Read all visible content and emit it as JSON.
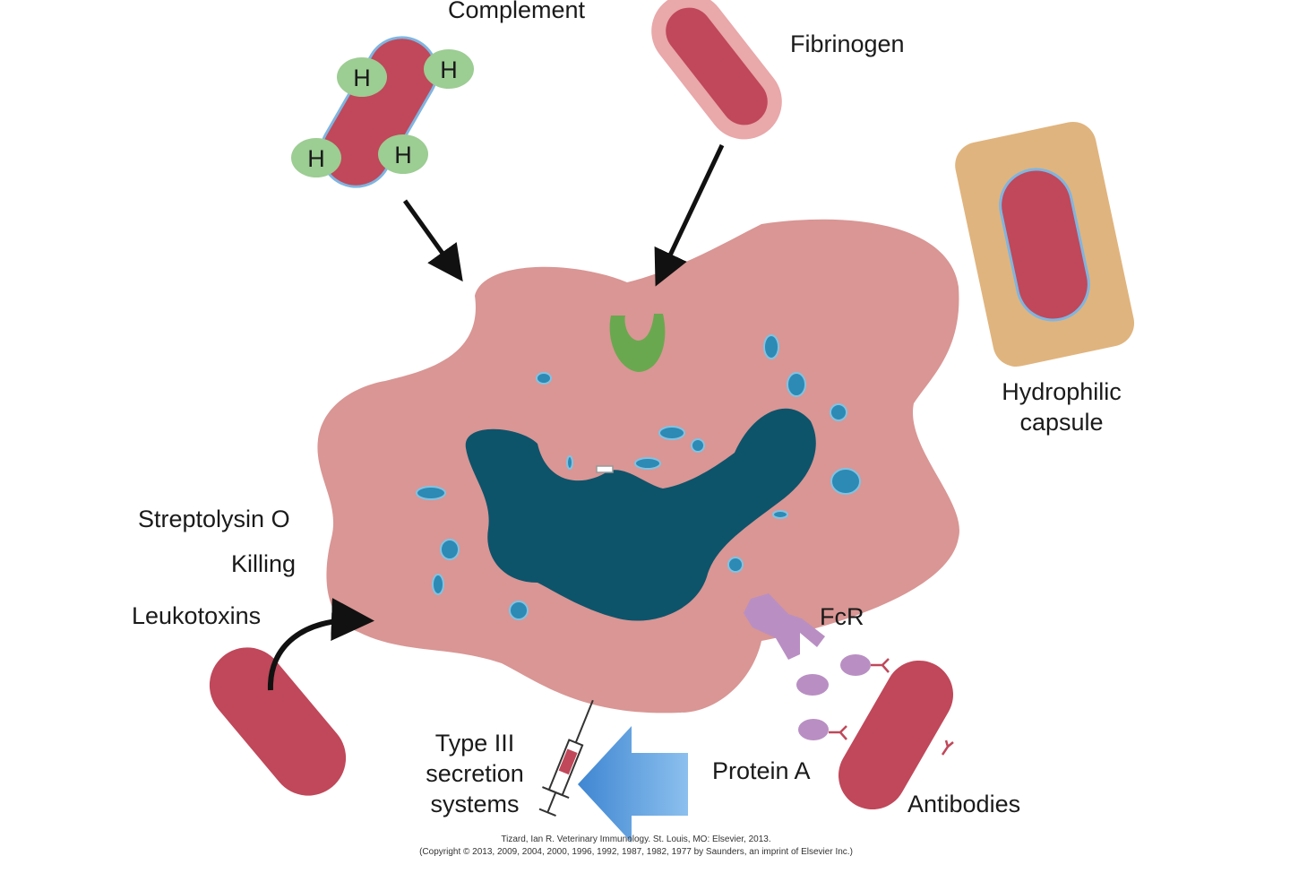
{
  "labels": {
    "complement": "Complement",
    "fibrinogen": "Fibrinogen",
    "hydrophilic_capsule": [
      "Hydrophilic",
      "capsule"
    ],
    "streptolysin": "Streptolysin O",
    "killing": "Killing",
    "leukotoxins": "Leukotoxins",
    "fcr": "FcR",
    "type3": [
      "Type III",
      "secretion",
      "systems"
    ],
    "protein_a": "Protein A",
    "antibodies": "Antibodies",
    "h_letter": "H"
  },
  "credit": {
    "line1": "Tizard, Ian R. Veterinary Immunology. St. Louis, MO: Elsevier, 2013.",
    "line2": "(Copyright © 2013, 2009, 2004, 2000, 1996, 1992, 1987, 1982, 1977 by Saunders, an imprint of Elsevier Inc.)"
  },
  "colors": {
    "cell": "#d99694",
    "nucleus": "#0d546b",
    "granule": "#2c8ab4",
    "bacterium": "#c0485a",
    "bacterium_halo": "#e9a8aa",
    "complement_bead": "#9ccd93",
    "receptor": "#6aa84f",
    "capsule": "#e0b47e",
    "fcr": "#b98fc3",
    "arrow_blue": "#5a9ad8"
  }
}
